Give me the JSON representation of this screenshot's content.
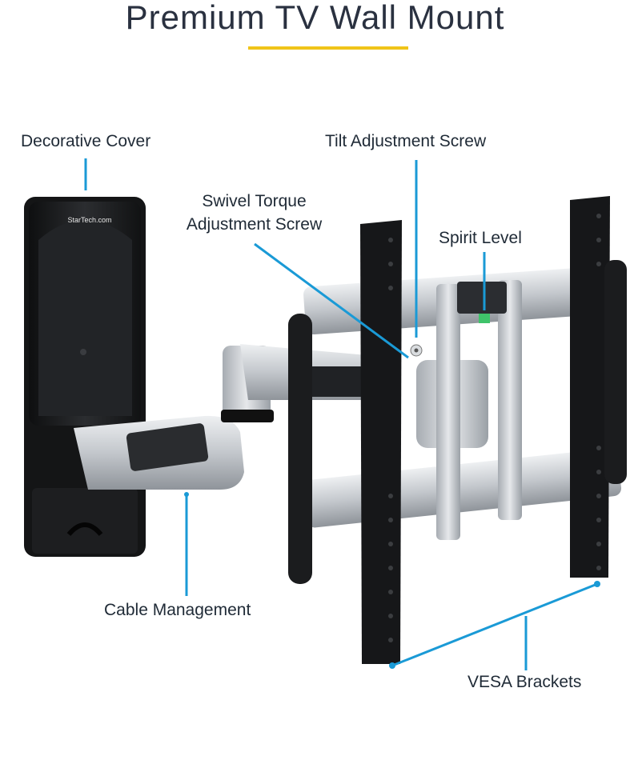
{
  "title": "Premium TV Wall Mount",
  "brand_logo": "StarTech.com",
  "colors": {
    "accent_underline": "#f0c419",
    "callout_line": "#1a9ad6",
    "mount_black": "#1b1c1e",
    "mount_silver": "#c9ccd0",
    "title_text": "#2a3140"
  },
  "callouts": {
    "decorative_cover": "Decorative Cover",
    "tilt_screw": "Tilt Adjustment Screw",
    "swivel_line1": "Swivel Torque",
    "swivel_line2": "Adjustment Screw",
    "spirit_level": "Spirit Level",
    "cable_management": "Cable Management",
    "vesa_brackets": "VESA Brackets"
  }
}
